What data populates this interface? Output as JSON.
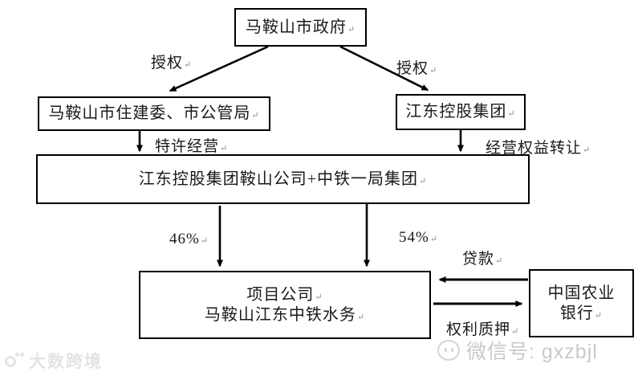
{
  "diagram": {
    "nodes": {
      "government": {
        "label": "马鞍山市政府"
      },
      "housing_bureau": {
        "label": "马鞍山市住建委、市公管局"
      },
      "jiangdong_holding": {
        "label": "江东控股集团"
      },
      "consortium": {
        "label": "江东控股集团鞍山公司+中铁一局集团"
      },
      "project_company": {
        "line1": "项目公司",
        "line2": "马鞍山江东中铁水务"
      },
      "bank": {
        "line1": "中国农业",
        "line2": "银行"
      }
    },
    "edge_labels": {
      "authorize_left": "授权",
      "authorize_right": "授权",
      "franchise": "特许经营",
      "rights_transfer": "经营权益转让",
      "share_left": "46%",
      "share_right": "54%",
      "loan": "贷款",
      "pledge": "权利质押"
    },
    "paragraph_mark": "↵"
  },
  "watermarks": {
    "brand": "大数跨境",
    "wechat": "微信号: gxzbjl"
  },
  "colors": {
    "line": "#000000",
    "watermark_light": "#e4e4e4",
    "watermark_gray": "#c9c9c9"
  }
}
